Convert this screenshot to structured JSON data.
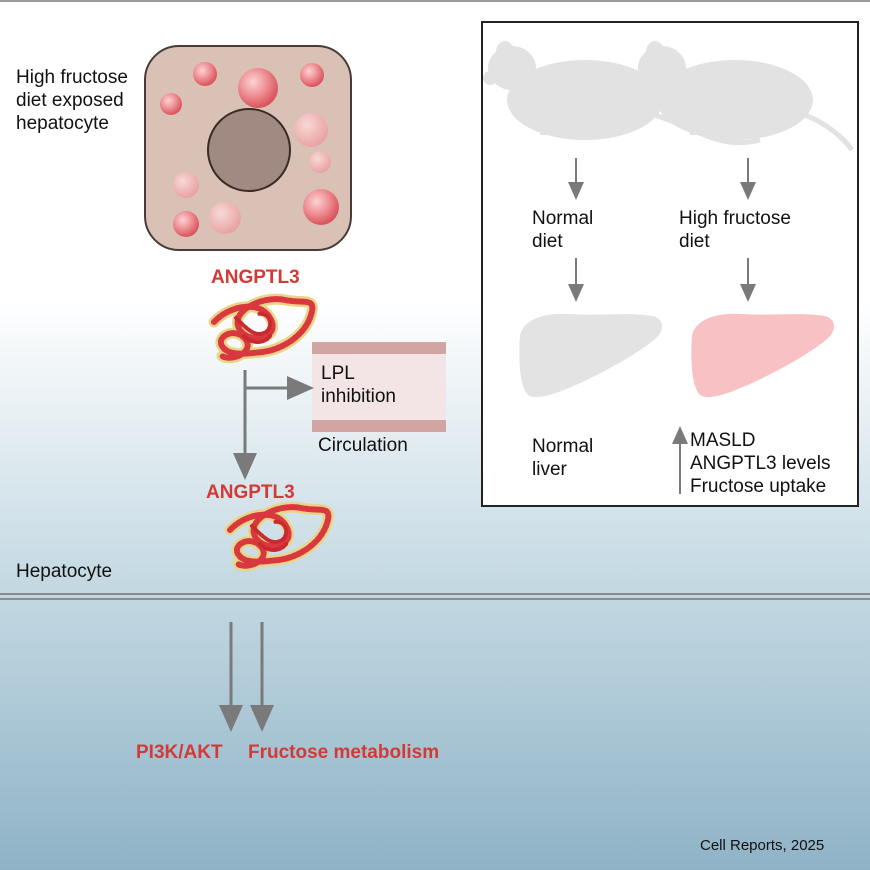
{
  "cell_label": "High fructose\ndiet exposed\nhepatocyte",
  "angptl3_top": "ANGPTL3",
  "angptl3_bottom": "ANGPTL3",
  "lpl_label": "LPL\ninhibition",
  "circulation_label": "Circulation",
  "hepatocyte_label": "Hepatocyte",
  "pathway_left": "PI3K/AKT",
  "pathway_right": "Fructose metabolism",
  "citation": "Cell Reports, 2025",
  "inset": {
    "left_diet": "Normal\ndiet",
    "right_diet": "High fructose\ndiet",
    "left_liver": "Normal\nliver",
    "right_outcomes": "MASLD\nANGPTL3 levels\nFructose uptake"
  },
  "colors": {
    "accent_red": "#d23a37",
    "cell_fill": "#d9c1b5",
    "fatty_liver": "#f8c2c4",
    "normal_liver": "#e3e3e3"
  }
}
